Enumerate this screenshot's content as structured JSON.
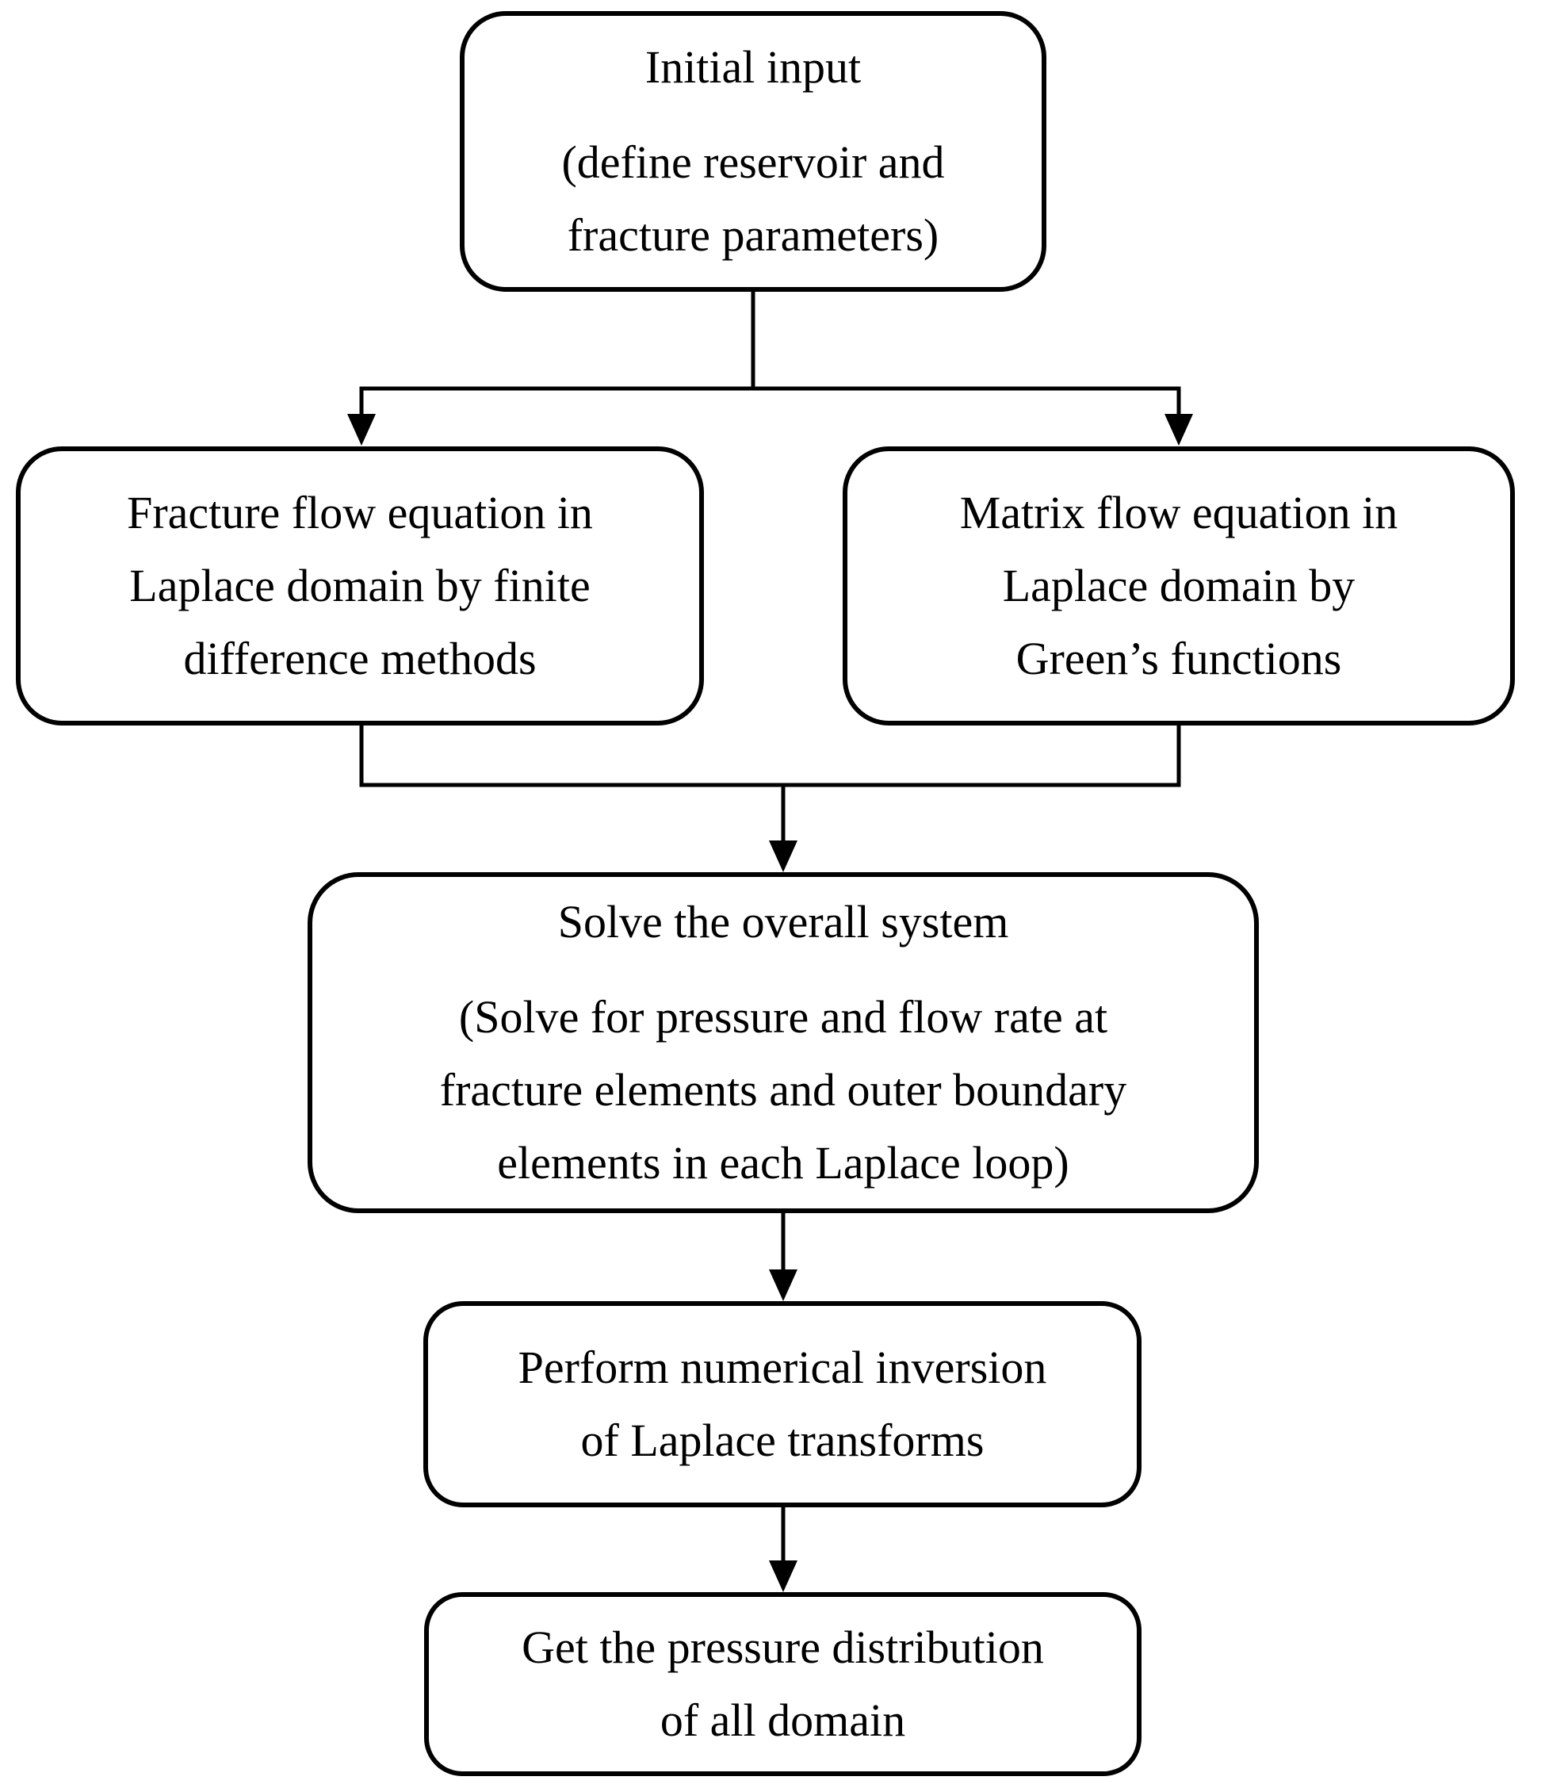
{
  "diagram": {
    "type": "flowchart",
    "background_color": "#ffffff",
    "stroke_color": "#000000",
    "text_color": "#000000",
    "nodes": {
      "initial_input": {
        "title": "Initial input",
        "subtitle_lines": [
          "(define reservoir and",
          "fracture parameters)"
        ]
      },
      "fracture_flow": {
        "lines": [
          "Fracture flow equation in",
          "Laplace domain by finite",
          "difference methods"
        ]
      },
      "matrix_flow": {
        "lines": [
          "Matrix flow equation in",
          "Laplace domain by",
          "Green’s functions"
        ]
      },
      "solve_system": {
        "title": "Solve the overall system",
        "subtitle_lines": [
          "(Solve for pressure and flow rate at",
          "fracture elements and outer boundary",
          "elements in each Laplace loop)"
        ]
      },
      "laplace_inversion": {
        "lines": [
          "Perform numerical inversion",
          "of Laplace transforms"
        ]
      },
      "pressure_distribution": {
        "lines": [
          "Get the pressure distribution",
          "of all domain"
        ]
      }
    },
    "edges": [
      {
        "from": "initial_input",
        "to": "fracture_flow"
      },
      {
        "from": "initial_input",
        "to": "matrix_flow"
      },
      {
        "from": "fracture_flow",
        "to": "solve_system"
      },
      {
        "from": "matrix_flow",
        "to": "solve_system"
      },
      {
        "from": "solve_system",
        "to": "laplace_inversion"
      },
      {
        "from": "laplace_inversion",
        "to": "pressure_distribution"
      }
    ]
  }
}
